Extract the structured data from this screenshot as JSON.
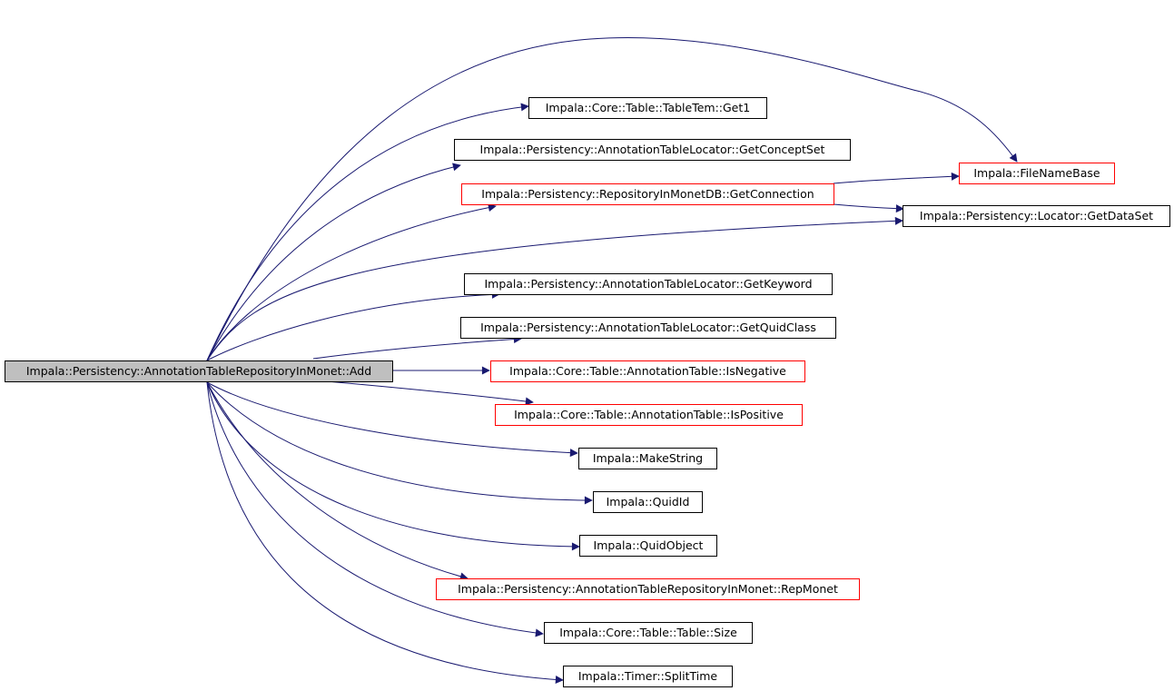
{
  "graph": {
    "root": {
      "label": "Impala::Persistency::AnnotationTableRepositoryInMonet::Add"
    },
    "nodes": {
      "get1": {
        "label": "Impala::Core::Table::TableTem::Get1"
      },
      "getConceptSet": {
        "label": "Impala::Persistency::AnnotationTableLocator::GetConceptSet"
      },
      "fileNameBase": {
        "label": "Impala::FileNameBase"
      },
      "getConnection": {
        "label": "Impala::Persistency::RepositoryInMonetDB::GetConnection"
      },
      "getDataSet": {
        "label": "Impala::Persistency::Locator::GetDataSet"
      },
      "getKeyword": {
        "label": "Impala::Persistency::AnnotationTableLocator::GetKeyword"
      },
      "getQuidClass": {
        "label": "Impala::Persistency::AnnotationTableLocator::GetQuidClass"
      },
      "isNegative": {
        "label": "Impala::Core::Table::AnnotationTable::IsNegative"
      },
      "isPositive": {
        "label": "Impala::Core::Table::AnnotationTable::IsPositive"
      },
      "makeString": {
        "label": "Impala::MakeString"
      },
      "quidId": {
        "label": "Impala::QuidId"
      },
      "quidObject": {
        "label": "Impala::QuidObject"
      },
      "repMonet": {
        "label": "Impala::Persistency::AnnotationTableRepositoryInMonet::RepMonet"
      },
      "size": {
        "label": "Impala::Core::Table::Table::Size"
      },
      "splitTime": {
        "label": "Impala::Timer::SplitTime"
      }
    },
    "colors": {
      "edge": "#191970",
      "documented_border": "#000000",
      "undocumented_border": "#ff0000",
      "root_fill": "#bfbfbf"
    }
  }
}
